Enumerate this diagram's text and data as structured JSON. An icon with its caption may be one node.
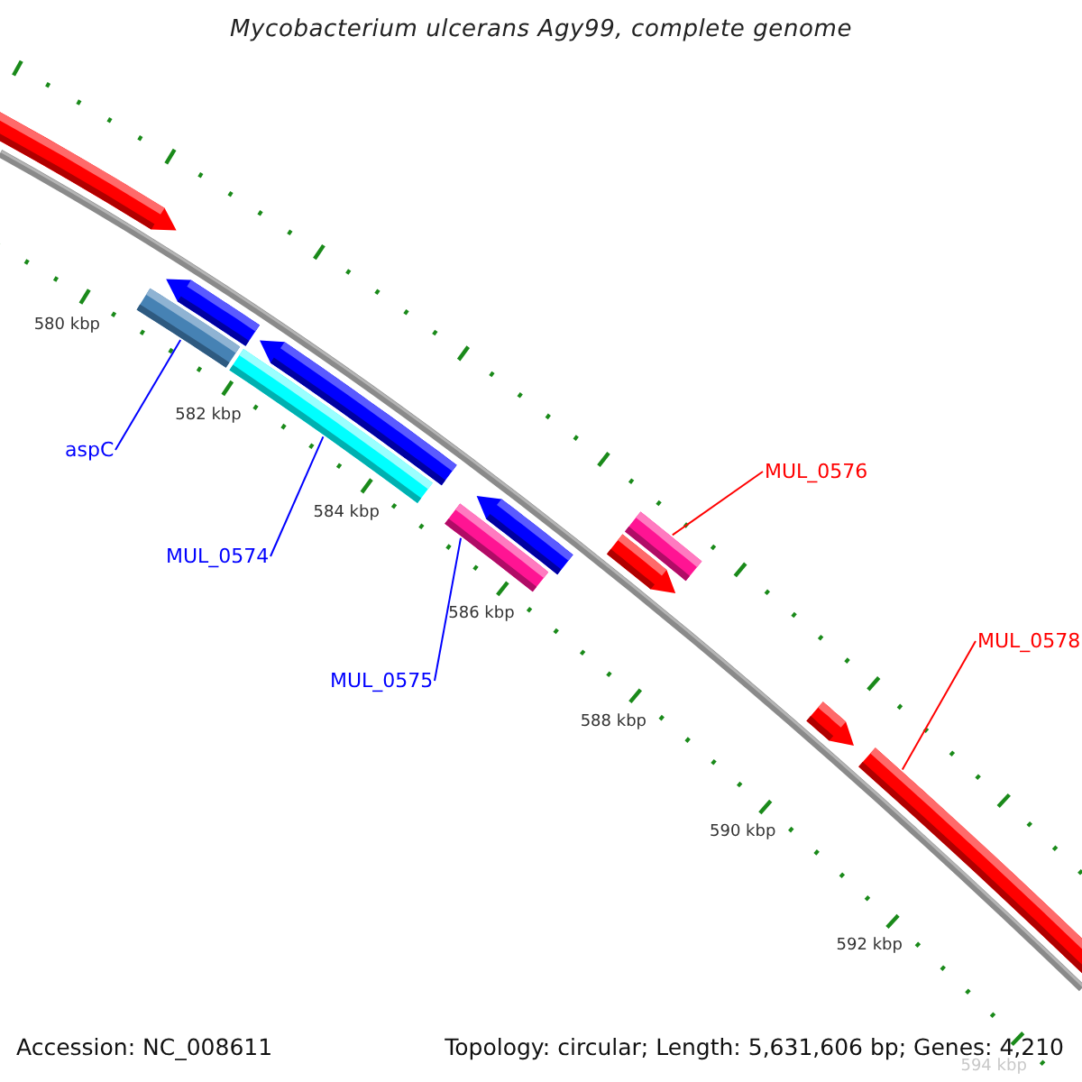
{
  "diagram": {
    "title": "Mycobacterium ulcerans Agy99, complete genome",
    "nodes": [
      {
        "text": [
          "aspC"
        ]
      },
      {
        "text": [
          "MUL_0574"
        ]
      },
      {
        "text": [
          "MUL_0575"
        ]
      },
      {
        "text": [
          "MUL_0576"
        ]
      },
      {
        "text": [
          "MUL_0578"
        ]
      },
      {
        "text": [],
        "shape": "bar"
      },
      {
        "text": [],
        "shape": "bar"
      },
      {
        "text": [],
        "shape": "bar"
      },
      {
        "text": [],
        "shape": "bar"
      },
      {
        "text": [],
        "shape": "bar"
      }
    ],
    "edges": [
      {
        "from": 0,
        "to": 5,
        "arrow": "none"
      },
      {
        "from": 1,
        "to": 6,
        "arrow": "none"
      },
      {
        "from": 2,
        "to": 7,
        "arrow": "none"
      },
      {
        "from": 3,
        "to": 8,
        "arrow": "none",
        "color": "#ff0000"
      },
      {
        "from": 4,
        "to": 9,
        "arrow": "none",
        "color": "#ff0000"
      }
    ],
    "labels": [
      "580 kbp",
      "582 kbp",
      "584 kbp",
      "586 kbp",
      "588 kbp",
      "590 kbp",
      "592 kbp",
      "594 kbp",
      "Accession: NC_008611",
      "Topology: circular; Length: 5,631,606 bp; Genes: 4,210"
    ]
  }
}
